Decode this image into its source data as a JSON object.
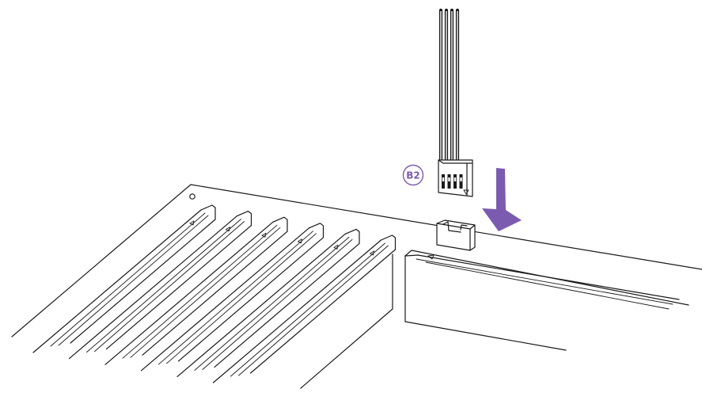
{
  "callout": {
    "label": "B2",
    "color": "#7b5bb0"
  },
  "arrow": {
    "color": "#7b5bb0",
    "direction": "down-left"
  },
  "cable": {
    "wire_count": 4,
    "color": "#1a1a1a"
  },
  "board": {
    "slot_count": 6
  },
  "icons": [
    "triangle-marker-icon",
    "mounting-hole-icon",
    "down-arrow-icon"
  ]
}
